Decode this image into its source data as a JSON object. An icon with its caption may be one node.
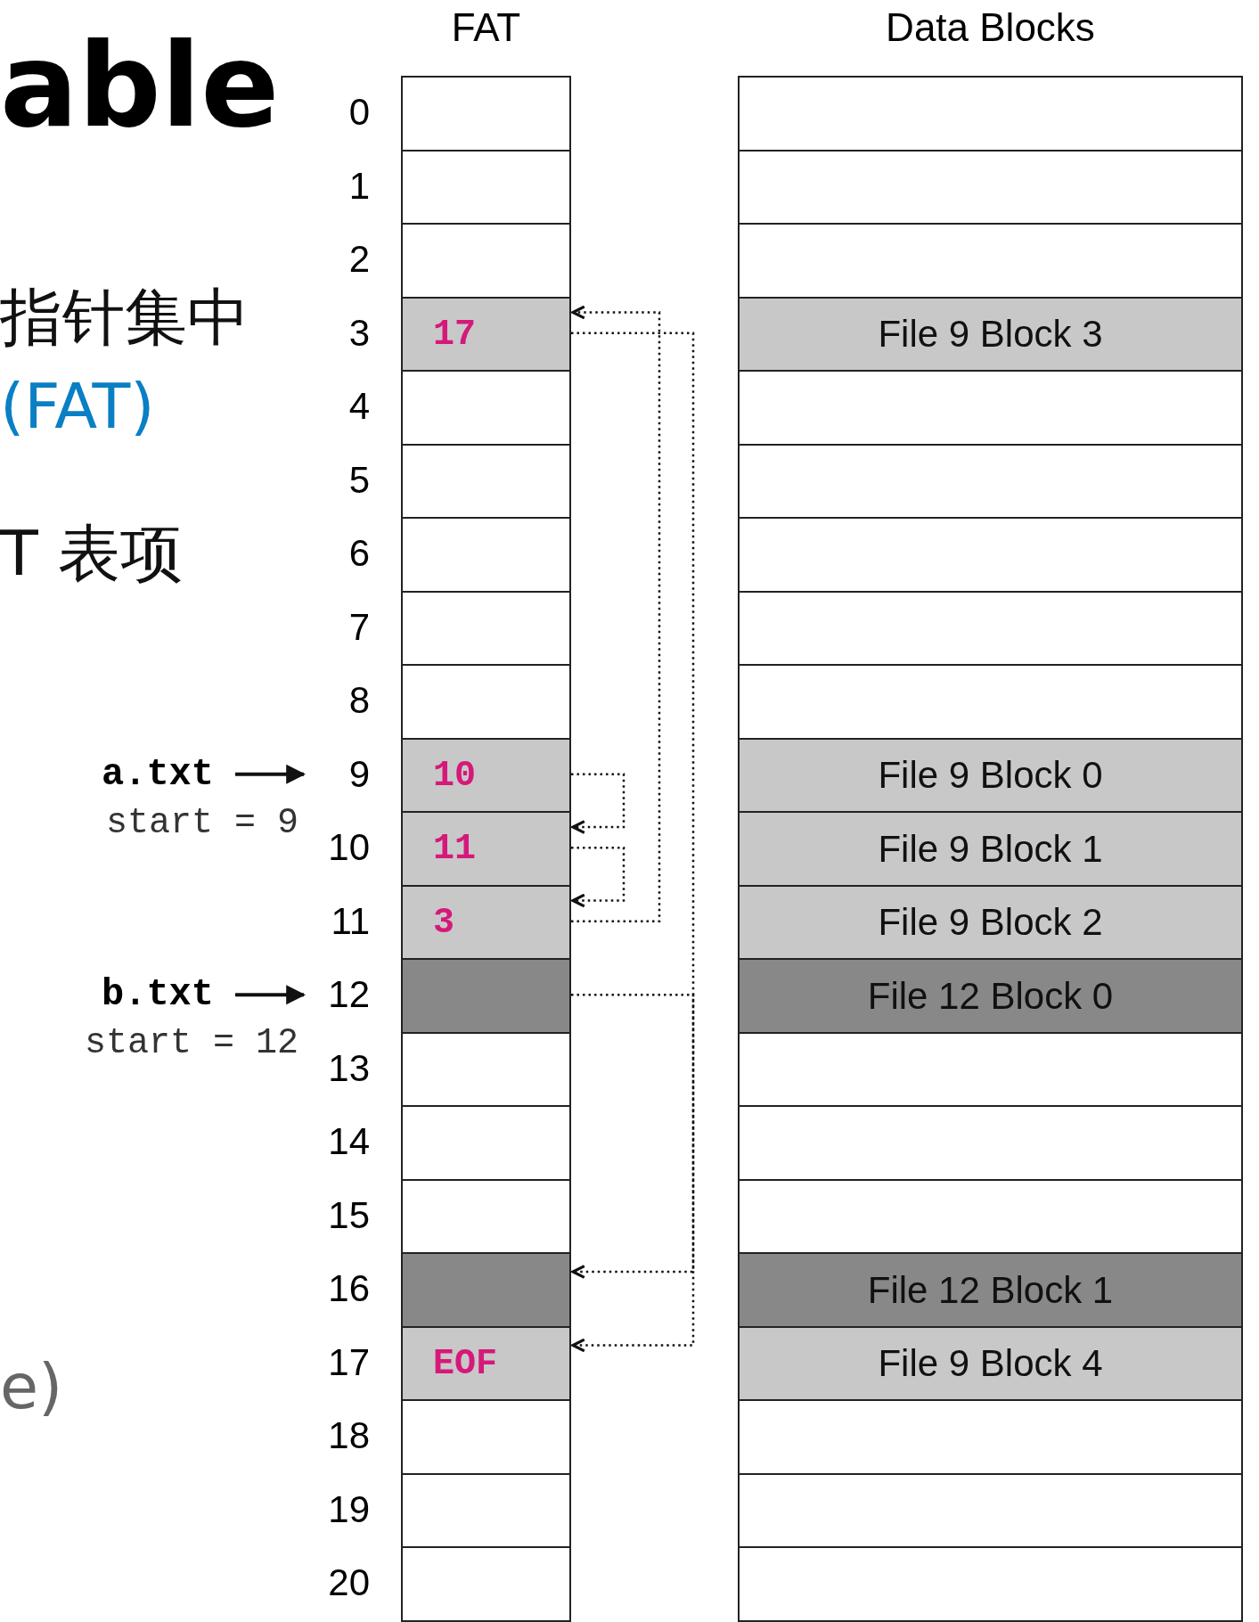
{
  "diagram": {
    "title": "able",
    "nodes": [
      {
        "text": [
          "FAT"
        ]
      },
      {
        "text": [],
        "shape": "box",
        "in": 0
      },
      {
        "text": [],
        "shape": "box",
        "in": 0
      },
      {
        "text": [],
        "shape": "box",
        "in": 0
      },
      {
        "text": [
          "17"
        ],
        "in": 0
      },
      {
        "text": [],
        "shape": "box",
        "in": 0
      },
      {
        "text": [],
        "shape": "box",
        "in": 0
      },
      {
        "text": [],
        "shape": "box",
        "in": 0
      },
      {
        "text": [],
        "shape": "box",
        "in": 0
      },
      {
        "text": [],
        "shape": "box",
        "in": 0
      },
      {
        "text": [
          "10"
        ],
        "in": 0
      },
      {
        "text": [
          "11"
        ],
        "in": 0
      },
      {
        "text": [
          "3"
        ],
        "in": 0
      },
      {
        "text": [],
        "shape": "box",
        "in": 0
      },
      {
        "text": [],
        "shape": "box",
        "in": 0
      },
      {
        "text": [],
        "shape": "box",
        "in": 0
      },
      {
        "text": [],
        "shape": "box",
        "in": 0
      },
      {
        "text": [],
        "shape": "box",
        "in": 0
      },
      {
        "text": [
          "EOF"
        ],
        "in": 0
      },
      {
        "text": [],
        "shape": "box",
        "in": 0
      },
      {
        "text": [],
        "shape": "box",
        "in": 0
      },
      {
        "text": [],
        "shape": "box",
        "in": 0
      },
      {
        "text": [
          "Data Blocks"
        ]
      },
      {
        "text": [],
        "shape": "box",
        "in": 22
      },
      {
        "text": [],
        "shape": "box",
        "in": 22
      },
      {
        "text": [],
        "shape": "box",
        "in": 22
      },
      {
        "text": [
          "File 9 Block 3"
        ],
        "in": 22
      },
      {
        "text": [],
        "shape": "box",
        "in": 22
      },
      {
        "text": [],
        "shape": "box",
        "in": 22
      },
      {
        "text": [],
        "shape": "box",
        "in": 22
      },
      {
        "text": [],
        "shape": "box",
        "in": 22
      },
      {
        "text": [],
        "shape": "box",
        "in": 22
      },
      {
        "text": [
          "File 9 Block 0"
        ],
        "in": 22
      },
      {
        "text": [
          "File 9 Block 1"
        ],
        "in": 22
      },
      {
        "text": [
          "File 9 Block 2"
        ],
        "in": 22
      },
      {
        "text": [
          "File 12 Block 0"
        ],
        "in": 22
      },
      {
        "text": [],
        "shape": "box",
        "in": 22
      },
      {
        "text": [],
        "shape": "box",
        "in": 22
      },
      {
        "text": [],
        "shape": "box",
        "in": 22
      },
      {
        "text": [
          "File 12 Block 1"
        ],
        "in": 22
      },
      {
        "text": [
          "File 9 Block 4"
        ],
        "in": 22
      },
      {
        "text": [],
        "shape": "box",
        "in": 22
      },
      {
        "text": [],
        "shape": "box",
        "in": 22
      },
      {
        "text": [],
        "shape": "box",
        "in": 22
      },
      {
        "text": [
          "a.txt"
        ],
        "beside": [
          "start = 9"
        ]
      },
      {
        "text": [
          "9"
        ]
      },
      {
        "text": [
          "b.txt"
        ],
        "beside": [
          "start = 12"
        ]
      },
      {
        "text": [
          "12"
        ]
      }
    ],
    "edges": [
      {
        "from": 10,
        "to": 11,
        "arrow": "to",
        "style": "dashed"
      },
      {
        "from": 11,
        "to": 12,
        "arrow": "to",
        "style": "dashed"
      },
      {
        "from": 12,
        "to": 4,
        "arrow": "to",
        "style": "dashed"
      },
      {
        "from": 4,
        "to": 18,
        "arrow": "to",
        "style": "dashed"
      },
      {
        "from": 13,
        "to": 17,
        "arrow": "to",
        "style": "dashed"
      },
      {
        "from": 44,
        "to": 45,
        "arrow": "to"
      },
      {
        "from": 46,
        "to": 47,
        "arrow": "to"
      }
    ],
    "labels": [
      "指针集中",
      "(FAT)",
      "T 表项",
      "e)",
      "0",
      "1",
      "2",
      "3",
      "4",
      "5",
      "6",
      "7",
      "8",
      "10",
      "11",
      "13",
      "14",
      "15",
      "16",
      "17",
      "18",
      "19",
      "20"
    ]
  }
}
